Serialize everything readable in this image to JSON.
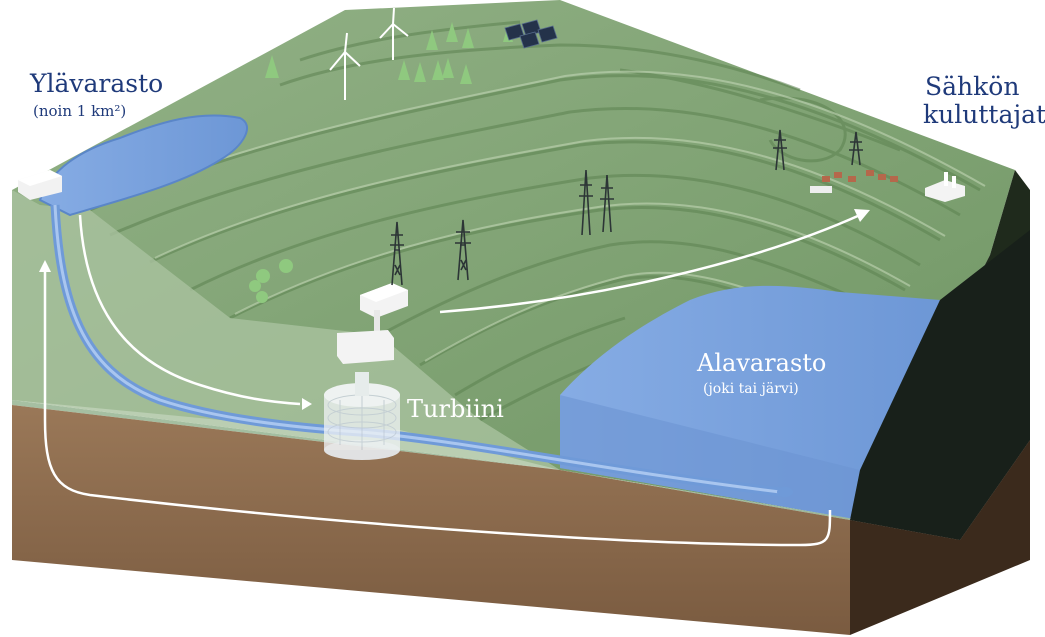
{
  "labels": {
    "upper_reservoir": "Ylävarasto",
    "upper_reservoir_size": "(noin 1 km²)",
    "consumers_line1": "Sähkön",
    "consumers_line2": "kuluttajat",
    "turbine": "Turbiini",
    "lower_reservoir": "Alavarasto",
    "lower_reservoir_note": "(joki tai järvi)"
  },
  "colors": {
    "terrain": "#7c9f6f",
    "terrain_light": "#a9c09b",
    "water": "#7fa8e0",
    "soil": "#8b6a4f",
    "text": "#1f3a7a"
  }
}
